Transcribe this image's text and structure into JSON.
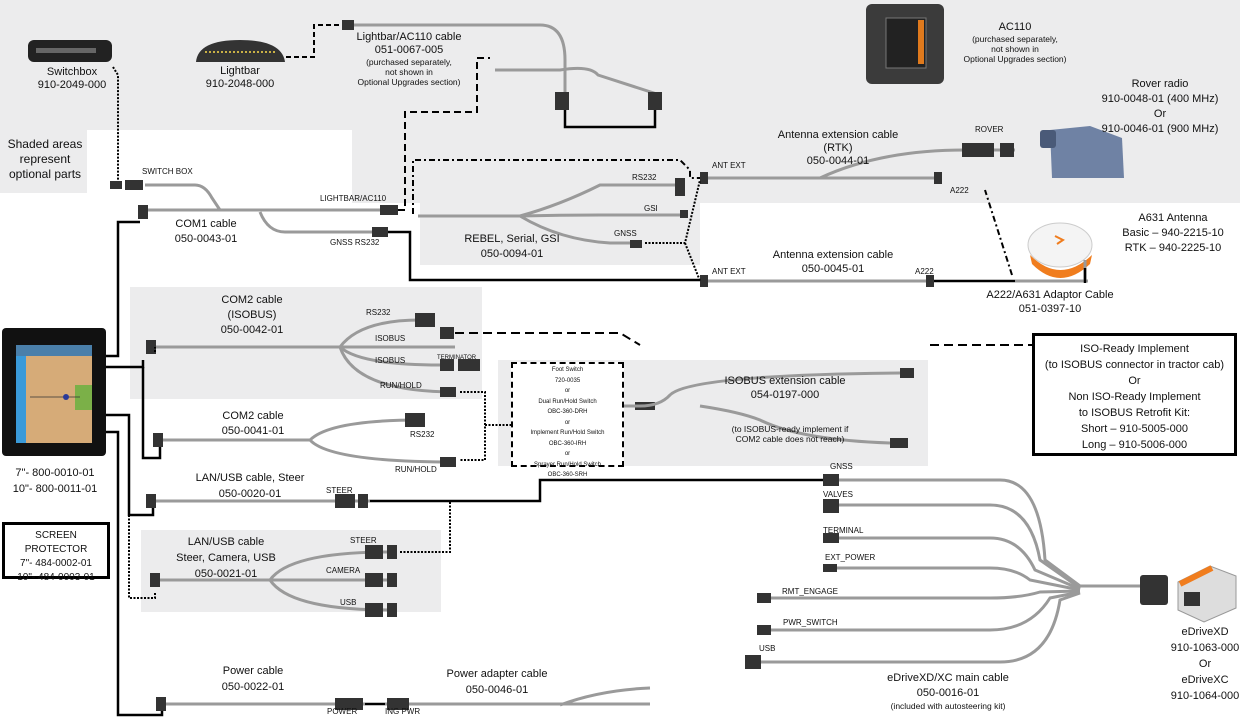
{
  "colors": {
    "shade": "#ececed",
    "line": "#000000",
    "cable": "#9a9a9a",
    "screen": "#d6ab78",
    "screen_side": "#3a9ad9",
    "antenna_accent": "#f07d1e",
    "radio": "#6f82a4"
  },
  "legend_note": [
    "Shaded areas",
    "represent",
    "optional parts"
  ],
  "switchbox": [
    "Switchbox",
    "910-2049-000"
  ],
  "lightbar": [
    "Lightbar",
    "910-2048-000"
  ],
  "lightbar_cable": [
    "Lightbar/AC110 cable",
    "051-0067-005",
    "(purchased separately,",
    "not shown in",
    "Optional Upgrades section)"
  ],
  "ac110": [
    "AC110",
    "(purchased separately,",
    "not shown in",
    "Optional Upgrades section)"
  ],
  "rover_radio": [
    "Rover radio",
    "910-0048-01 (400 MHz)",
    "Or",
    "910-0046-01 (900 MHz)"
  ],
  "com1": {
    "lines": [
      "COM1 cable",
      "050-0043-01"
    ],
    "switchbox_port": "SWITCH BOX",
    "lightbar_port": "LIGHTBAR/AC110",
    "gnss_port": "GNSS RS232"
  },
  "rebel": {
    "lines": [
      "REBEL, Serial, GSI",
      "050-0094-01"
    ],
    "rs232": "RS232",
    "gsi": "GSI",
    "gnss": "GNSS"
  },
  "ant_ext_rtk": {
    "lines": [
      "Antenna extension cable",
      "(RTK)",
      "050-0044-01"
    ],
    "ant_ext": "ANT EXT",
    "rover": "ROVER",
    "a222": "A222"
  },
  "ant_ext": {
    "lines": [
      "Antenna extension cable",
      "050-0045-01"
    ],
    "ant_ext": "ANT EXT",
    "a222": "A222"
  },
  "a631": [
    "A631 Antenna",
    "Basic – 940-2215-10",
    "RTK – 940-2225-10"
  ],
  "adaptor": [
    "A222/A631 Adaptor Cable",
    "051-0397-10"
  ],
  "com2_isobus": {
    "lines": [
      "COM2 cable",
      "(ISOBUS)",
      "050-0042-01"
    ],
    "rs232": "RS232",
    "isobus1": "ISOBUS",
    "isobus2": "ISOBUS",
    "terminator": "TERMINATOR",
    "run_hold": "RUN/HOLD"
  },
  "com2": {
    "lines": [
      "COM2 cable",
      "050-0041-01"
    ],
    "rs232": "RS232",
    "run_hold": "RUN/HOLD"
  },
  "foot_switch": [
    "Foot Switch",
    "720-0035",
    "or",
    "Dual Run/Hold Switch",
    "OBC-360-DRH",
    "or",
    "Implement Run/Hold Switch",
    "OBC-360-IRH",
    "or",
    "Sprayer Run/Hold Switch",
    "OBC-360-SRH"
  ],
  "isobus_ext": {
    "lines": [
      "ISOBUS extension cable",
      "054-0197-000"
    ],
    "note": [
      "(to ISOBUS-ready implement if",
      "COM2 cable does not reach)"
    ]
  },
  "iso_ready": [
    "ISO-Ready Implement",
    "(to ISOBUS connector in tractor cab)",
    "Or",
    "Non ISO-Ready Implement",
    "to ISOBUS Retrofit Kit:",
    "Short – 910-5005-000",
    "Long – 910-5006-000"
  ],
  "display": [
    "7\"- 800-0010-01",
    "10\"- 800-0011-01"
  ],
  "screen_protector": [
    "SCREEN PROTECTOR",
    "7\"- 484-0002-01",
    "10\"- 484-0003-01"
  ],
  "lan_steer": {
    "lines": [
      "LAN/USB cable, Steer",
      "050-0020-01"
    ],
    "steer": "STEER"
  },
  "lan_multi": {
    "lines": [
      "LAN/USB cable",
      "Steer, Camera, USB",
      "050-0021-01"
    ],
    "steer": "STEER",
    "camera": "CAMERA",
    "usb": "USB"
  },
  "power_cable": {
    "lines": [
      "Power cable",
      "050-0022-01"
    ],
    "power": "POWER"
  },
  "power_adapter": {
    "lines": [
      "Power adapter cable",
      "050-0046-01"
    ],
    "ing_pwr": "ING PWR"
  },
  "edrive_cable": {
    "lines": [
      "eDriveXD/XC main cable",
      "050-0016-01",
      "(included with autosteering kit)"
    ],
    "ports": [
      "GNSS",
      "VALVES",
      "TERMINAL",
      "EXT_POWER",
      "RMT_ENGAGE",
      "PWR_SWITCH",
      "USB"
    ]
  },
  "edrive": [
    "eDriveXD",
    "910-1063-000",
    "Or",
    "eDriveXC",
    "910-1064-000"
  ]
}
